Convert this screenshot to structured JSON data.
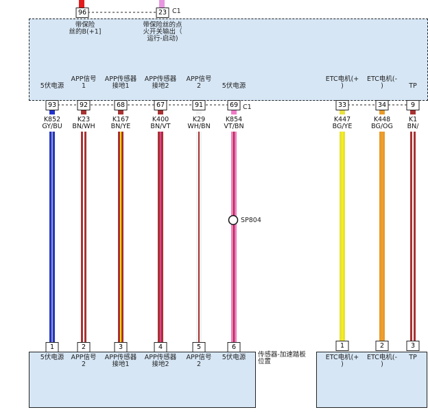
{
  "top_pins": [
    {
      "pin": "96",
      "label": "带保险\n丝的B(+1]"
    },
    {
      "pin": "23",
      "label": "带保险丝的点\n火开关输出（\n运行-启动)"
    }
  ],
  "top_connector_tag": "C1",
  "ecm_labels": [
    "5伏电源",
    "APP信号\n1",
    "APP传感器\n接地1",
    "APP传感器\n接地2",
    "APP信号\n2",
    "5伏电源",
    "ETC电机(+\n)",
    "ETC电机(-\n)",
    "TP"
  ],
  "ecm_pins": [
    "93",
    "92",
    "68",
    "67",
    "91",
    "69",
    "33",
    "34",
    "9"
  ],
  "ecm_connector_tag": "C1",
  "wires": [
    {
      "code": "K852",
      "color": "GY/BU",
      "base": "#2233cc",
      "stripe": "#9aa0a8"
    },
    {
      "code": "K23",
      "color": "BN/WH",
      "base": "#a83232",
      "stripe": "#ffffff"
    },
    {
      "code": "K167",
      "color": "BN/YE",
      "base": "#a83232",
      "stripe": "#ffe000"
    },
    {
      "code": "K400",
      "color": "BN/VT",
      "base": "#a83232",
      "stripe": "#e0409a"
    },
    {
      "code": "K29",
      "color": "WH/BN",
      "base": "#f2f2f2",
      "stripe": "#a83232"
    },
    {
      "code": "K854",
      "color": "VT/BN",
      "base": "#f07ac8",
      "stripe": "#a83232"
    },
    {
      "code": "K447",
      "color": "BG/YE",
      "base": "#e8e040",
      "stripe": "#f5f500"
    },
    {
      "code": "K448",
      "color": "BG/OG",
      "base": "#e89a2a",
      "stripe": "#f0a030"
    },
    {
      "code": "K1",
      "color": "BN/",
      "base": "#a83232",
      "stripe": "#ffffff"
    }
  ],
  "splice": "SP804",
  "sensor_pins": [
    "1",
    "2",
    "3",
    "4",
    "5",
    "6"
  ],
  "sensor_labels": [
    "5伏电源",
    "APP信号\n2",
    "APP传感器\n接地1",
    "APP传感器\n接地2",
    "APP信号\n2",
    "5伏电源"
  ],
  "sensor_name": "传感器-加速踏板\n位置",
  "etc_pins": [
    "1",
    "2",
    "3"
  ],
  "etc_labels": [
    "ETC电机(+\n)",
    "ETC电机(-\n)",
    "TP"
  ]
}
